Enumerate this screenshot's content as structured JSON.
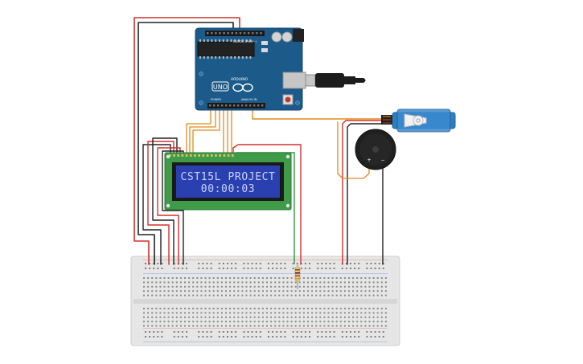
{
  "lcd": {
    "line1": "CST15L PROJECT",
    "line2": "00:00:03"
  },
  "arduino": {
    "board_name": "UNO",
    "brand": "ARDUINO",
    "aref_label": "AREF GND 13 12 ~11 ~10 ~9 8",
    "digital_label": "DIGITAL (PWM~)",
    "power_label": "POWER",
    "analog_label": "ANALOG IN"
  },
  "buzzer": {
    "plus_label": "+",
    "minus_label": "−"
  },
  "colors": {
    "arduino_blue": "#1c5a8a",
    "lcd_green": "#3f9b48",
    "lcd_screen": "#2a3fb0",
    "wire_red": "#d3302f",
    "wire_black": "#222222",
    "wire_orange": "#e08a1c",
    "wire_green": "#2e9a3c",
    "breadboard": "#e8e8e8",
    "servo_blue": "#2f7ec2"
  }
}
